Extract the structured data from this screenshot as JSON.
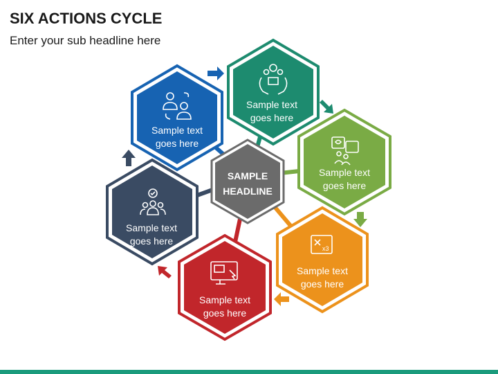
{
  "header": {
    "title": "SIX ACTIONS CYCLE",
    "subtitle": "Enter your sub headline here"
  },
  "center": {
    "line1": "SAMPLE",
    "line2": "HEADLINE",
    "color": "#6b6b6b"
  },
  "nodes": [
    {
      "line1": "Sample text",
      "line2": "goes here",
      "color": "#1d8b6f",
      "icon": "charity-hands-icon"
    },
    {
      "line1": "Sample text",
      "line2": "goes here",
      "color": "#7aab45",
      "icon": "feedback-chat-icon"
    },
    {
      "line1": "Sample text",
      "line2": "goes here",
      "color": "#ec921c",
      "icon": "calculation-chart-icon"
    },
    {
      "line1": "Sample text",
      "line2": "goes here",
      "color": "#c1262b",
      "icon": "monitor-click-icon"
    },
    {
      "line1": "Sample text",
      "line2": "goes here",
      "color": "#3a4b63",
      "icon": "team-approval-icon"
    },
    {
      "line1": "Sample text",
      "line2": "goes here",
      "color": "#1763b2",
      "icon": "people-exchange-icon"
    }
  ],
  "footer_color": "#1a9b7c"
}
